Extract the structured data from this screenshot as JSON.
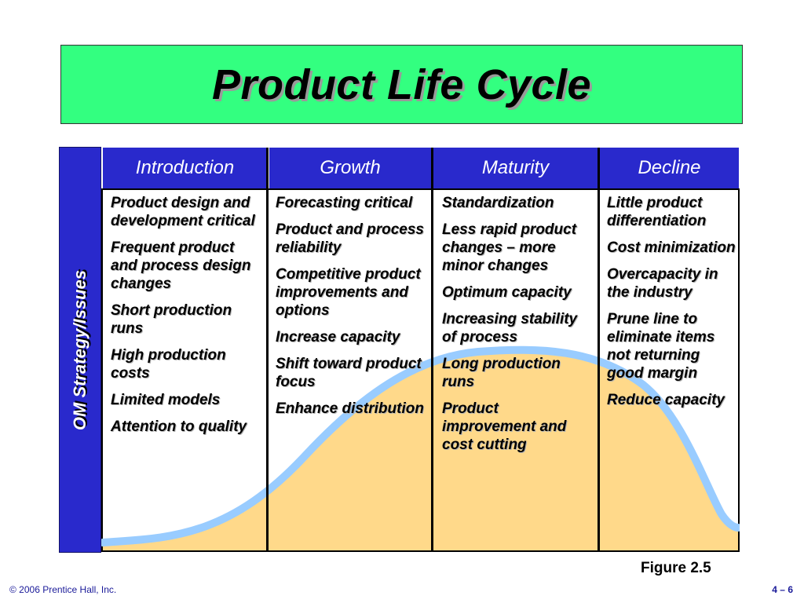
{
  "slide": {
    "title": "Product Life Cycle",
    "side_label": "OM Strategy/Issues",
    "figure_label": "Figure 2.5",
    "copyright": "© 2006 Prentice Hall, Inc.",
    "page_number": "4 – 6"
  },
  "columns": [
    {
      "header": "Introduction",
      "items": [
        "Product design and development critical",
        "Frequent product and process design changes",
        "Short production runs",
        "High production costs",
        "Limited models",
        "Attention to quality"
      ]
    },
    {
      "header": "Growth",
      "items": [
        "Forecasting critical",
        "Product and process reliability",
        "Competitive product improvements and options",
        "Increase capacity",
        "Shift toward product focus",
        "Enhance distribution"
      ]
    },
    {
      "header": "Maturity",
      "items": [
        "Standardization",
        "Less rapid product changes – more minor changes",
        "Optimum capacity",
        "Increasing stability of process",
        "Long production runs",
        "Product improvement and cost cutting"
      ]
    },
    {
      "header": "Decline",
      "items": [
        "Little product differentiation",
        "Cost minimization",
        "Overcapacity in the industry",
        "Prune line to eliminate items not returning good margin",
        "Reduce capacity"
      ]
    }
  ],
  "colors": {
    "title_background": "#33ff80",
    "header_background": "#2929cc",
    "curve_stroke": "#99ccff",
    "curve_fill": "#ffd98a"
  }
}
